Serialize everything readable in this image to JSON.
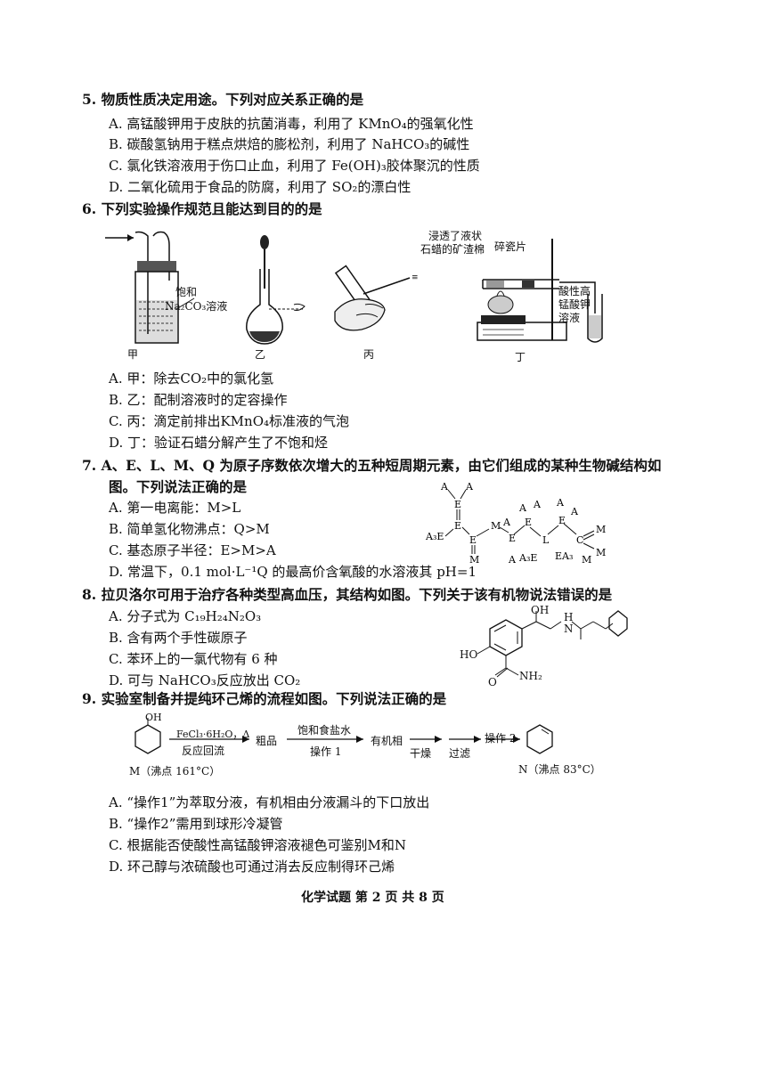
{
  "q5": {
    "stem": "5. 物质性质决定用途。下列对应关系正确的是",
    "options": [
      "A. 高锰酸钾用于皮肤的抗菌消毒，利用了 KMnO₄的强氧化性",
      "B. 碳酸氢钠用于糕点烘焙的膨松剂，利用了 NaHCO₃的碱性",
      "C. 氯化铁溶液用于伤口止血，利用了 Fe(OH)₃胶体聚沉的性质",
      "D. 二氧化硫用于食品的防腐，利用了 SO₂的漂白性"
    ]
  },
  "q6": {
    "stem": "6. 下列实验操作规范且能达到目的的是",
    "figure": {
      "label_jia": "甲",
      "label_yi": "乙",
      "label_bing": "丙",
      "label_ding": "丁",
      "sat_label_1": "饱和",
      "sat_label_2": "Na₂CO₃溶液",
      "wax_label_1": "浸透了液状",
      "wax_label_2": "石蜡的矿渣棉",
      "ceramic_label": "碎瓷片",
      "kmno4_label_1": "酸性高",
      "kmno4_label_2": "锰酸钾",
      "kmno4_label_3": "溶液"
    },
    "options": [
      "A. 甲：除去CO₂中的氯化氢",
      "B. 乙：配制溶液时的定容操作",
      "C. 丙：滴定前排出KMnO₄标准液的气泡",
      "D. 丁：验证石蜡分解产生了不饱和烃"
    ]
  },
  "q7": {
    "stem_1": "7. A、E、L、M、Q 为原子序数依次增大的五种短周期元素，由它们组成的某种生物碱结构如",
    "stem_2": "图。下列说法正确的是",
    "options": [
      "A. 第一电离能：M>L",
      "B. 简单氢化物沸点：Q>M",
      "C. 基态原子半径：E>M>A",
      "D. 常温下，0.1 mol·L⁻¹Q 的最高价含氧酸的水溶液其 pH=1"
    ]
  },
  "q8": {
    "stem": "8. 拉贝洛尔可用于治疗各种类型高血压，其结构如图。下列关于该有机物说法错误的是",
    "options": [
      "A. 分子式为 C₁₉H₂₄N₂O₃",
      "B. 含有两个手性碳原子",
      "C. 苯环上的一氯代物有 6 种",
      "D. 可与 NaHCO₃反应放出 CO₂"
    ],
    "struct": {
      "oh": "OH",
      "nh": "N",
      "h": "H",
      "ho": "HO",
      "o": "O",
      "nh2": "NH₂"
    }
  },
  "q9": {
    "stem": "9. 实验室制备并提纯环己烯的流程如图。下列说法正确的是",
    "flow": {
      "m_oh": "OH",
      "reagent": "FeCl₃·6H₂O，Δ",
      "reflux": "反应回流",
      "crude": "粗品",
      "brine": "饱和食盐水",
      "op1": "操作 1",
      "organic": "有机相",
      "dry": "干燥",
      "filter": "过滤",
      "op2": "操作 2",
      "m_label": "M（沸点 161°C）",
      "n_label": "N（沸点 83°C）"
    },
    "options": [
      "A. “操作1”为萃取分液，有机相由分液漏斗的下口放出",
      "B. “操作2”需用到球形冷凝管",
      "C. 根据能否使酸性高锰酸钾溶液褪色可鉴别M和N",
      "D. 环己醇与浓硫酸也可通过消去反应制得环己烯"
    ]
  },
  "footer": "化学试题  第 2 页  共 8 页"
}
